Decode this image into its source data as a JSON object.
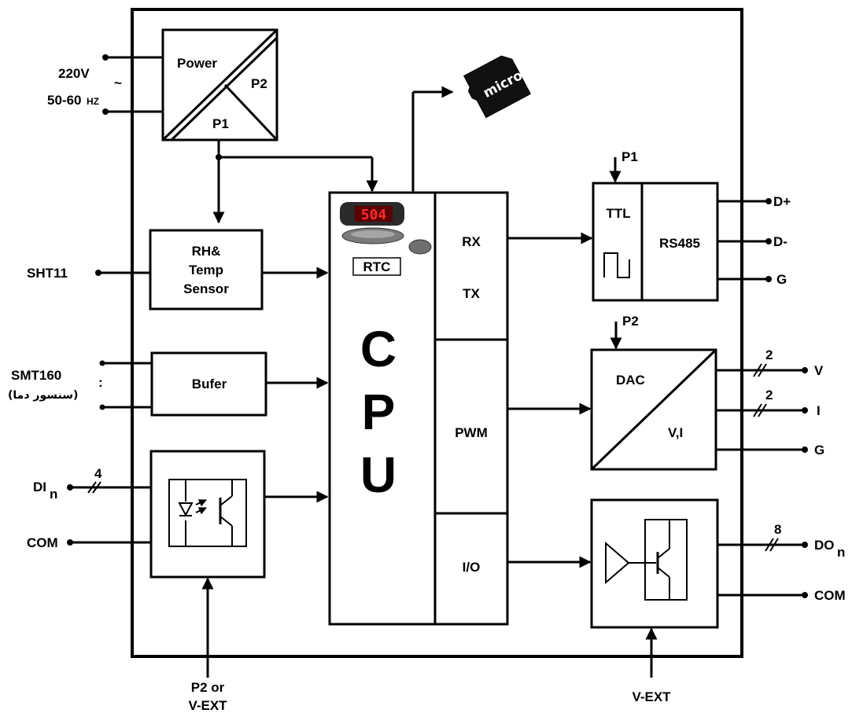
{
  "power": {
    "title": "Power",
    "p1": "P1",
    "p2": "P2"
  },
  "mains": {
    "voltage": "220V",
    "frequency": "50-60",
    "frequency_unit": "HZ",
    "tilde": "~"
  },
  "sensor_block": {
    "line1": "RH&",
    "line2": "Temp",
    "line3": "Sensor"
  },
  "buffer_block": {
    "label": "Bufer"
  },
  "cpu": {
    "c": "C",
    "p": "P",
    "u": "U",
    "rtc": "RTC",
    "rx": "RX",
    "tx": "TX",
    "pwm": "PWM",
    "io": "I/O",
    "clock_display": "504"
  },
  "rs485": {
    "ttl": "TTL",
    "rs485": "RS485",
    "p1": "P1"
  },
  "dac": {
    "dac": "DAC",
    "vi": "V,I",
    "p2": "P2"
  },
  "inputs": {
    "sht11": "SHT11",
    "smt160": "SMT160",
    "smt160_note": "(سنسور دما)",
    "dots": ":",
    "di": "DI",
    "di_sub": "n",
    "di_count": "4",
    "com": "COM",
    "p2_or": "P2 or",
    "v_ext": "V-EXT"
  },
  "outputs": {
    "d_plus": "D+",
    "d_minus": "D-",
    "g1": "G",
    "v": "V",
    "v_count": "2",
    "i": "I",
    "i_count": "2",
    "g2": "G",
    "do": "DO",
    "do_sub": "n",
    "do_count": "8",
    "com": "COM",
    "v_ext": "V-EXT"
  },
  "sd_card": {
    "label": "micro SD"
  },
  "icons": [
    "alarm-clock-icon",
    "micro-sd-card-icon",
    "optocoupler-icon",
    "transistor-icon",
    "square-wave-icon"
  ]
}
